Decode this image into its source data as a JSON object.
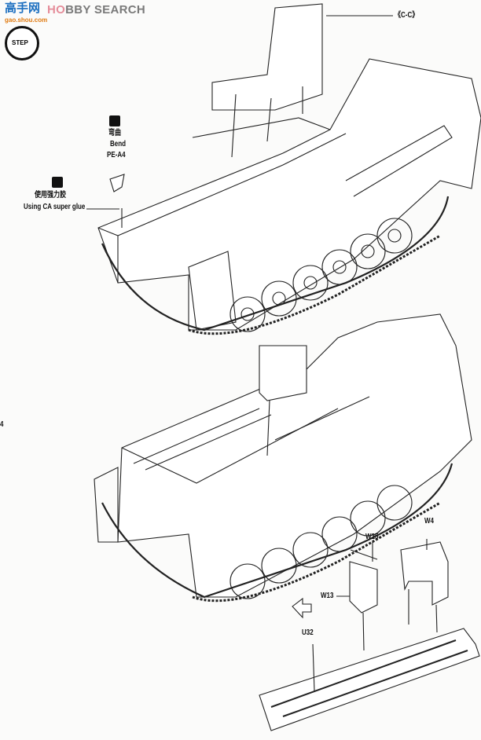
{
  "watermark": {
    "brand_prefix": "HO",
    "brand_rest": "BBY SEARCH",
    "logo_cn": "高手网",
    "logo_url": "gao.shou.com"
  },
  "step_badge": {
    "label": "STEP"
  },
  "section_label": "《C-C》",
  "bend_instruction": {
    "icon": "bend-icon",
    "label_cn": "弯曲",
    "label_en": "Bend",
    "part": "PE-A4"
  },
  "glue_instruction": {
    "icon": "glue-bottle-icon",
    "label_cn": "使用强力胶",
    "label_en": "Using CA super glue"
  },
  "parts": {
    "w4": "W4",
    "w25": "W25",
    "w13": "W13",
    "u32": "U32"
  },
  "edge_mark": "4"
}
